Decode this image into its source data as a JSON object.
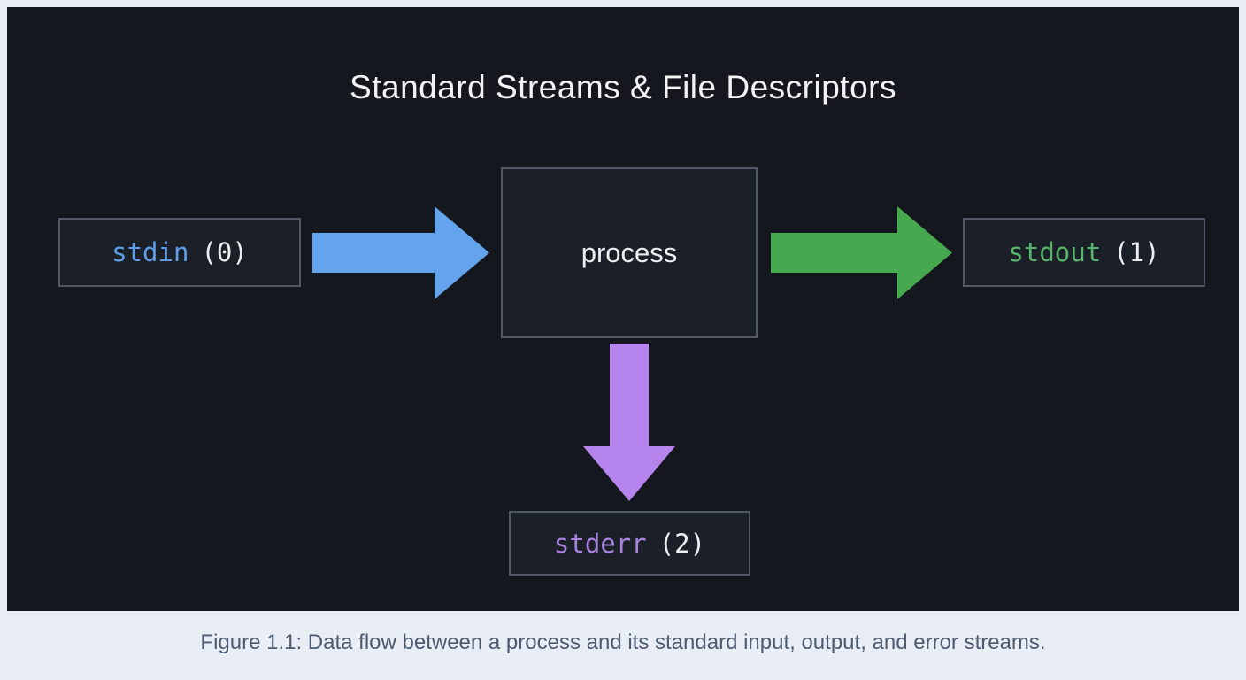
{
  "title": "Standard Streams & File Descriptors",
  "caption": "Figure 1.1: Data flow between a process and its standard input, output, and error streams.",
  "nodes": {
    "stdin": {
      "name": "stdin",
      "fd": "(0)",
      "color": "#5f9ee6"
    },
    "process": {
      "label": "process"
    },
    "stdout": {
      "name": "stdout",
      "fd": "(1)",
      "color": "#57b569"
    },
    "stderr": {
      "name": "stderr",
      "fd": "(2)",
      "color": "#a982e0"
    }
  },
  "arrows": {
    "stdin_to_process": {
      "color": "#64a4ec"
    },
    "process_to_stdout": {
      "color": "#46a84f"
    },
    "process_to_stderr": {
      "color": "#b584ec"
    }
  },
  "colors": {
    "panel_background": "#14171d",
    "page_background": "#e9eef6",
    "node_border": "#4f5864",
    "node_fill": "#1b2028",
    "title_text": "#f2f3f5",
    "caption_text": "#4d5a70"
  }
}
